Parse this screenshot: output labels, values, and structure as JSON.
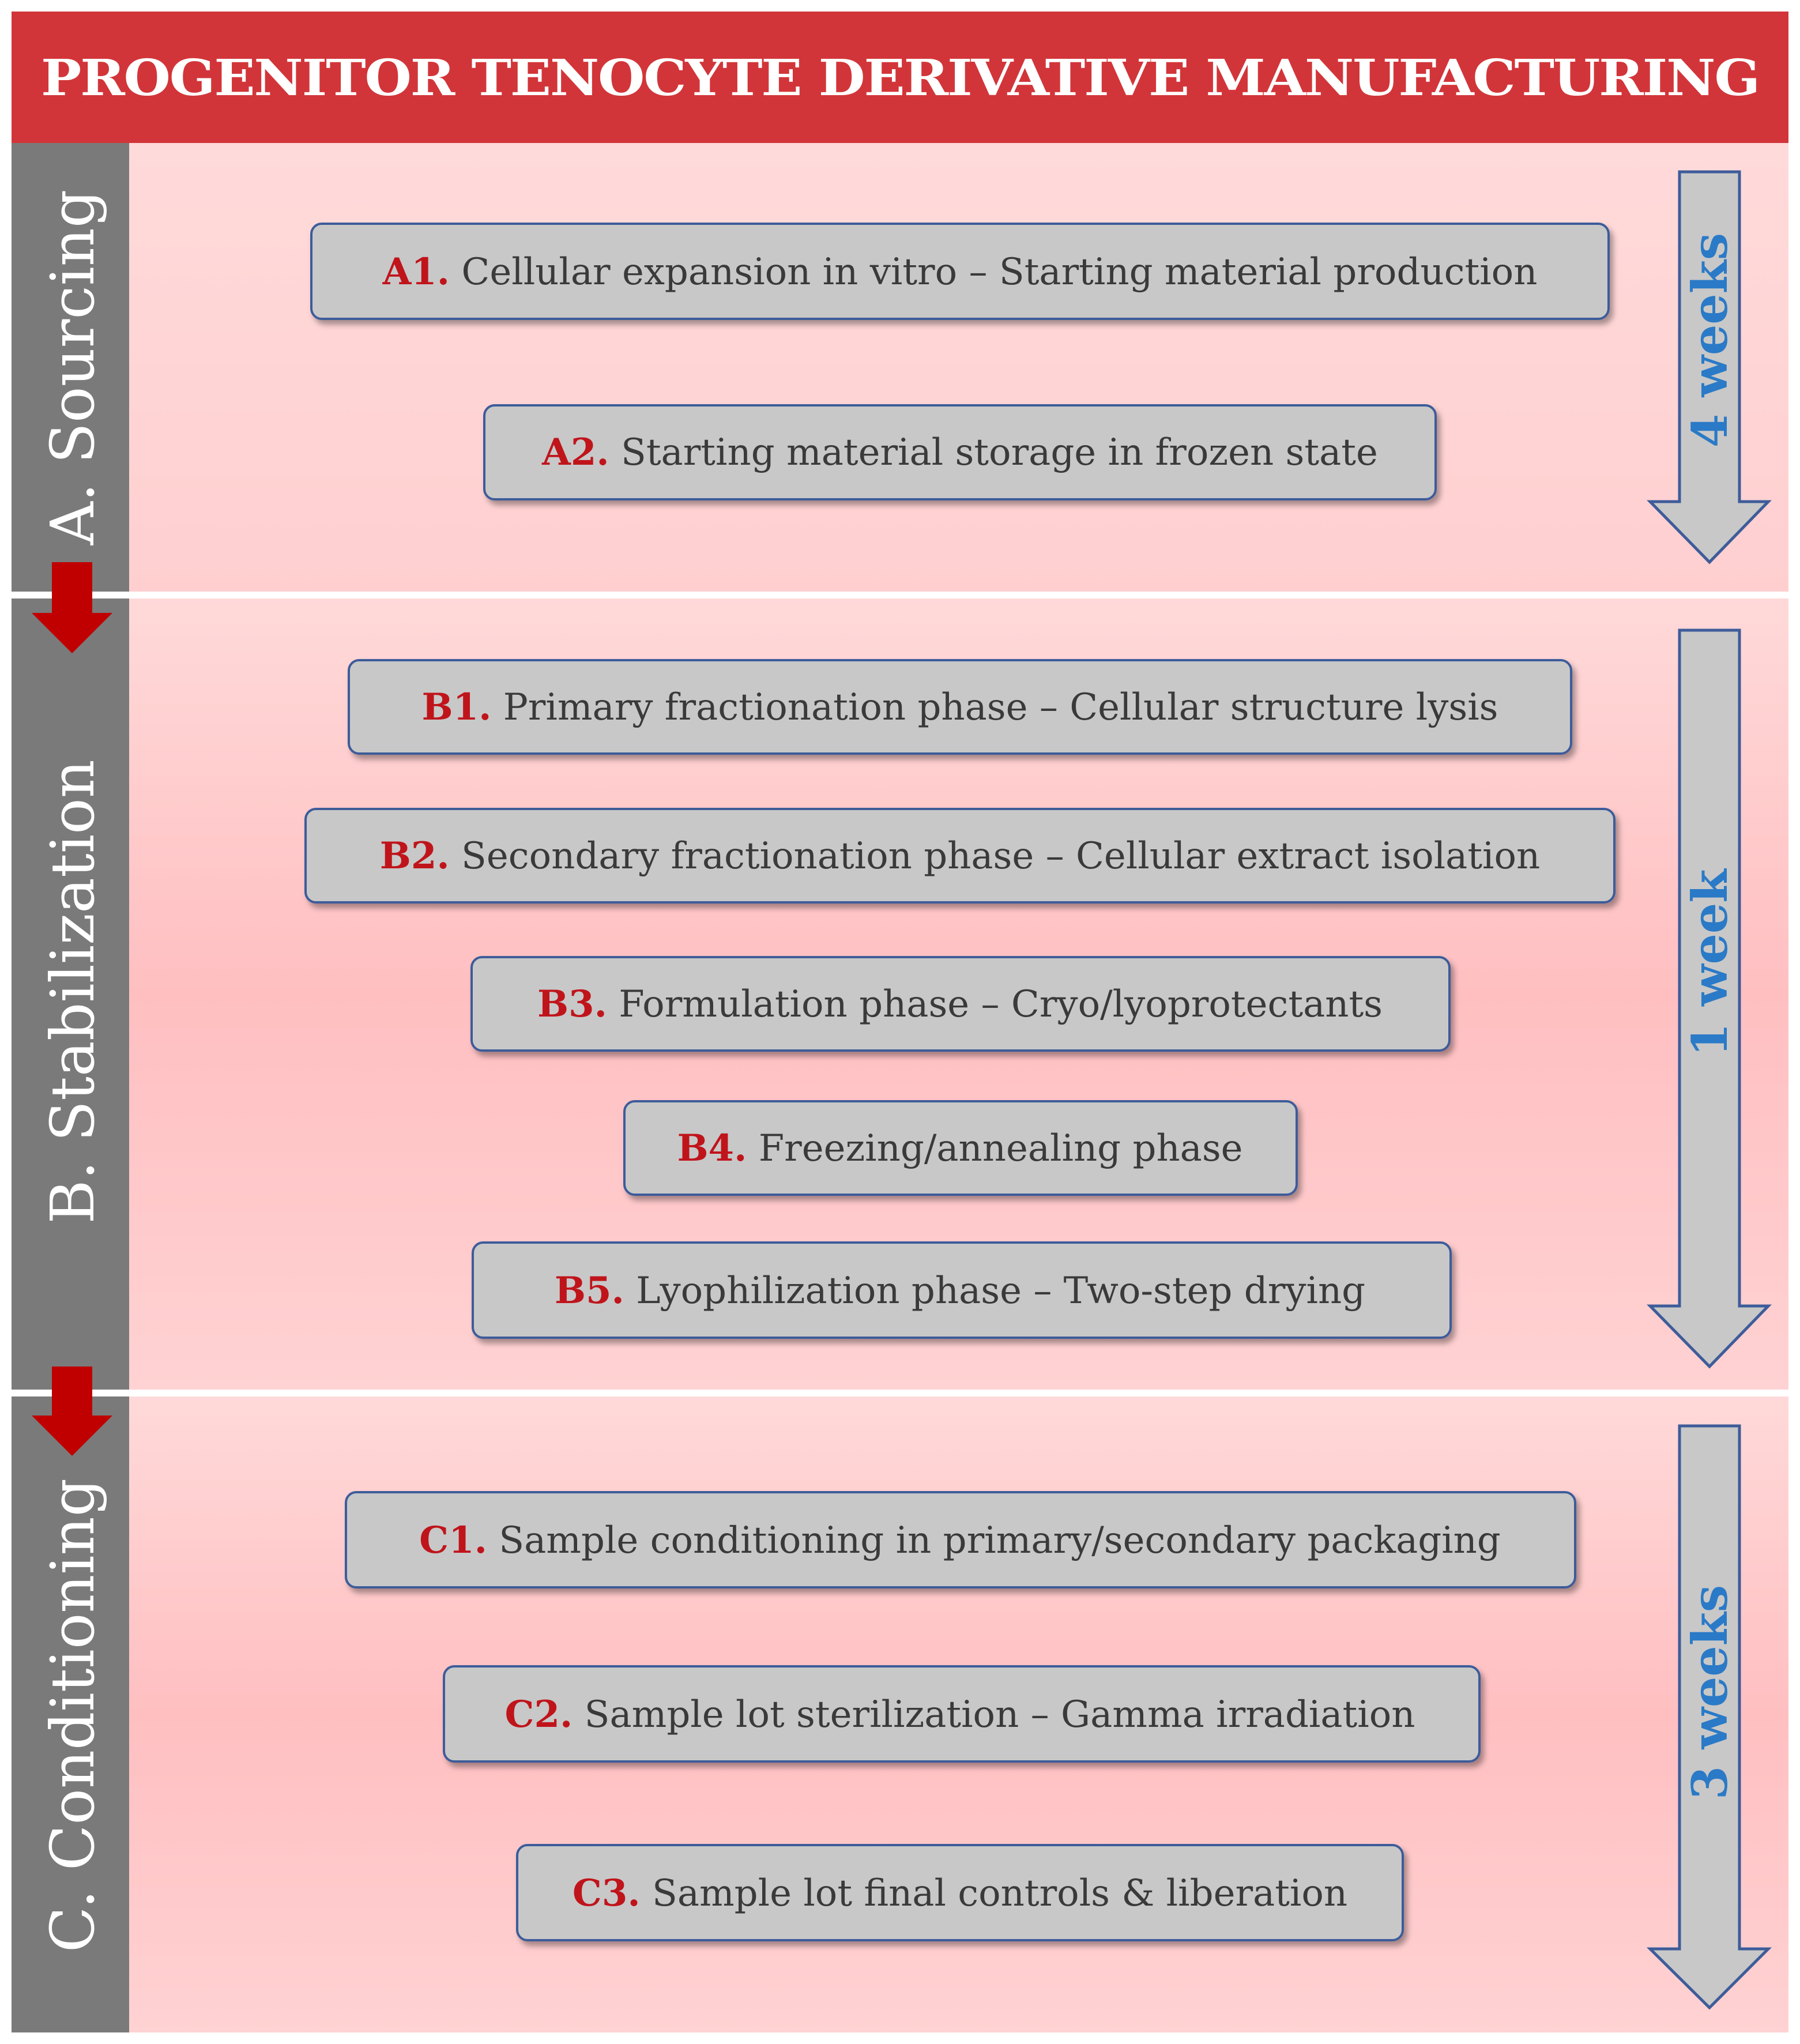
{
  "title": "PROGENITOR TENOCYTE DERIVATIVE MANUFACTURING",
  "colors": {
    "title_bar": "#d23539",
    "sidebar": "#7a7a7a",
    "panel_light": "#ffd6d6",
    "panel_mid": "#ffbdbf",
    "step_box": "#c8c8c8",
    "step_border": "#3e5c9a",
    "code_red": "#c0141b",
    "duration_blue": "#2a7ac7",
    "down_arrow_red": "#c00000"
  },
  "sections": [
    {
      "label": "A. Sourcing",
      "duration": "4 weeks",
      "steps": [
        {
          "code": "A1.",
          "text": "Cellular expansion in vitro – Starting material production"
        },
        {
          "code": "A2.",
          "text": "Starting material storage in frozen state"
        }
      ]
    },
    {
      "label": "B. Stabilization",
      "duration": "1 week",
      "steps": [
        {
          "code": "B1.",
          "text": "Primary fractionation phase – Cellular structure lysis"
        },
        {
          "code": "B2.",
          "text": "Secondary fractionation phase – Cellular extract isolation"
        },
        {
          "code": "B3.",
          "text": "Formulation phase – Cryo/lyoprotectants"
        },
        {
          "code": "B4.",
          "text": "Freezing/annealing phase"
        },
        {
          "code": "B5.",
          "text": "Lyophilization phase – Two-step drying"
        }
      ]
    },
    {
      "label": "C. Conditioning",
      "duration": "3 weeks",
      "steps": [
        {
          "code": "C1.",
          "text": "Sample conditioning in primary/secondary packaging"
        },
        {
          "code": "C2.",
          "text": "Sample lot sterilization – Gamma irradiation"
        },
        {
          "code": "C3.",
          "text": "Sample lot final controls & liberation"
        }
      ]
    }
  ]
}
